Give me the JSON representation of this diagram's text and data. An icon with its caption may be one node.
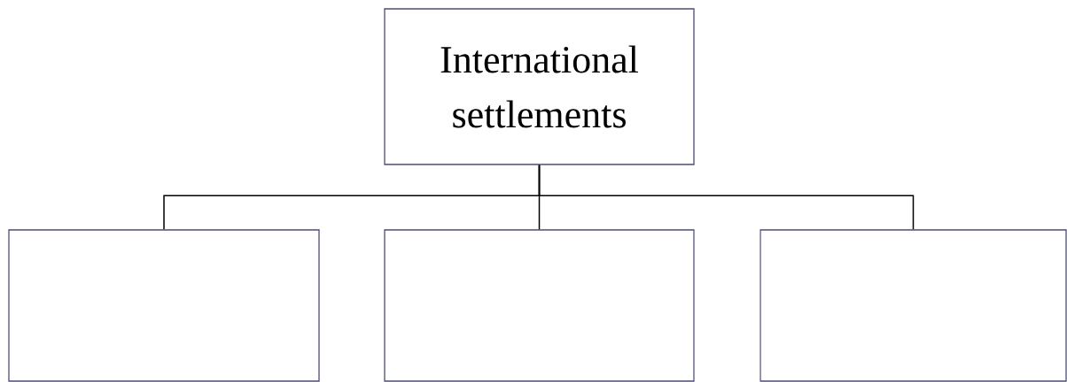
{
  "diagram": {
    "nodes": [
      {
        "text": [
          "International settlements"
        ]
      },
      {
        "text": [],
        "shape": "box"
      },
      {
        "text": [],
        "shape": "box"
      },
      {
        "text": [],
        "shape": "box"
      }
    ],
    "edges": [
      {
        "from": 0,
        "to": 1,
        "arrow": "none"
      },
      {
        "from": 0,
        "to": 2,
        "arrow": "none"
      },
      {
        "from": 0,
        "to": 3,
        "arrow": "none"
      }
    ]
  }
}
